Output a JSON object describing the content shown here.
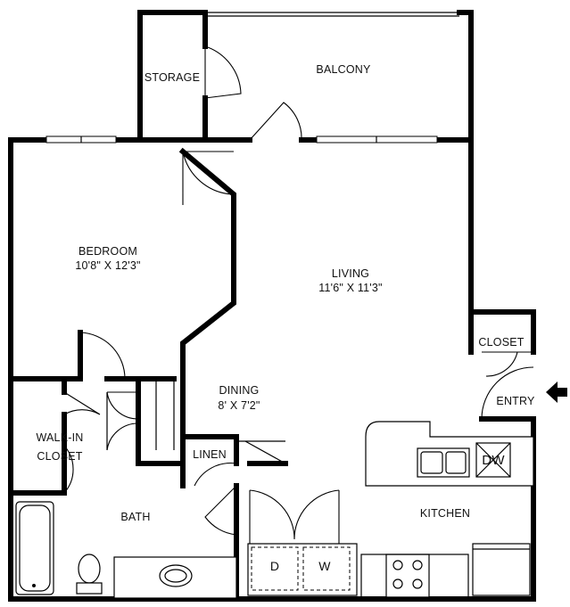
{
  "rooms": {
    "storage": {
      "name": "STORAGE"
    },
    "balcony": {
      "name": "BALCONY"
    },
    "bedroom": {
      "name": "BEDROOM",
      "size": "10'8\" X 12'3\""
    },
    "living": {
      "name": "LIVING",
      "size": "11'6\" X 11'3\""
    },
    "dining": {
      "name": "DINING",
      "size": "8' X 7'2\""
    },
    "closet": {
      "name": "CLOSET"
    },
    "entry": {
      "name": "ENTRY"
    },
    "walkin_closet": {
      "line1": "WALK-IN",
      "line2": "CLOSET"
    },
    "linen": {
      "name": "LINEN"
    },
    "bath": {
      "name": "BATH"
    },
    "kitchen": {
      "name": "KITCHEN"
    }
  },
  "appliances": {
    "dishwasher": "DW",
    "dryer": "D",
    "washer": "W"
  },
  "icons": {
    "entry_arrow": "entry-arrow-icon"
  },
  "colors": {
    "wall": "#000000",
    "background": "#ffffff"
  }
}
